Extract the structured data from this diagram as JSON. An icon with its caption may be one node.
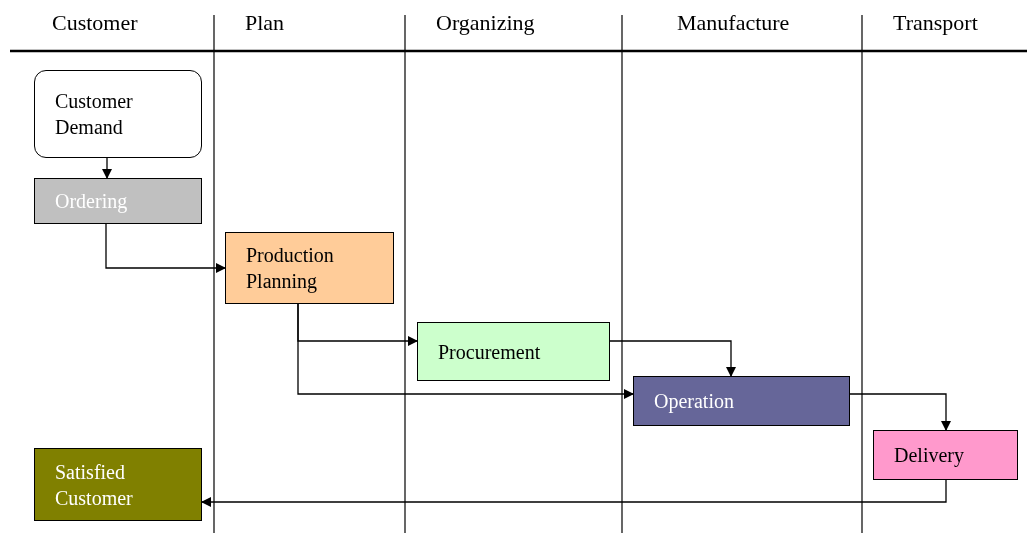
{
  "diagram": {
    "nodes": [
      {
        "text": [
          "Customer Demand"
        ]
      },
      {
        "text": [
          "Ordering"
        ]
      },
      {
        "text": [
          "Production Planning"
        ]
      },
      {
        "text": [
          "Procurement"
        ]
      },
      {
        "text": [
          "Operation"
        ]
      },
      {
        "text": [
          "Delivery"
        ]
      },
      {
        "text": [
          "Satisfied Customer"
        ]
      }
    ],
    "edges": [
      {
        "from": 0,
        "to": 1,
        "arrow": "to"
      },
      {
        "from": 1,
        "to": 2,
        "arrow": "to"
      },
      {
        "from": 2,
        "to": 3,
        "arrow": "to"
      },
      {
        "from": 2,
        "to": 4,
        "arrow": "to"
      },
      {
        "from": 3,
        "to": 4,
        "arrow": "to"
      },
      {
        "from": 4,
        "to": 5,
        "arrow": "to"
      },
      {
        "from": 5,
        "to": 6,
        "arrow": "to"
      }
    ],
    "labels": [
      "Customer",
      "Plan",
      "Organizing",
      "Manufacture",
      "Transport"
    ]
  }
}
